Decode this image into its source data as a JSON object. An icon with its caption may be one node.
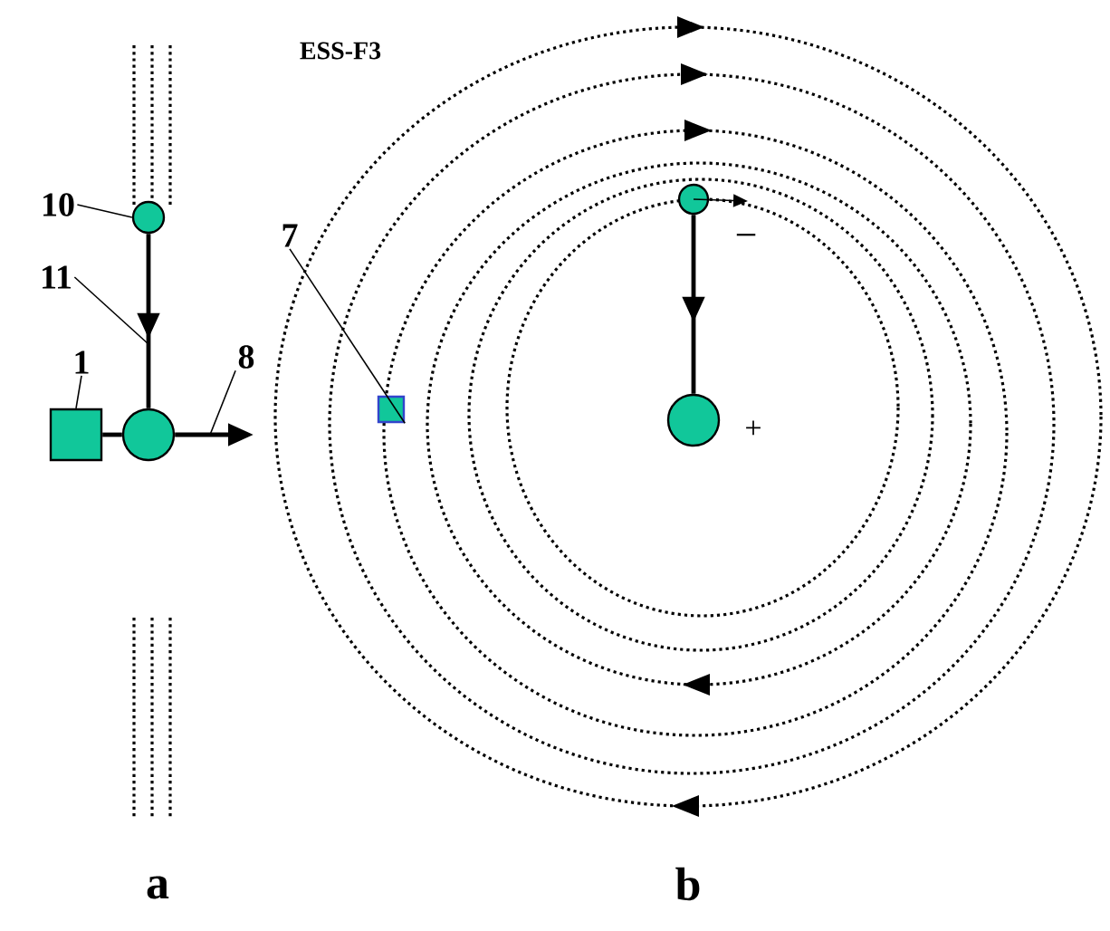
{
  "diagram": {
    "nodes": [
      {
        "text": [],
        "shape": "box"
      },
      {
        "text": [],
        "shape": "circle"
      },
      {
        "text": [],
        "shape": "circle"
      },
      {
        "text": [],
        "shape": "box"
      },
      {
        "text": [],
        "shape": "circle",
        "beside": [
          "−"
        ]
      },
      {
        "text": [],
        "shape": "circle",
        "beside": [
          "+"
        ]
      },
      {
        "text": [
          "10"
        ]
      },
      {
        "text": [
          "11"
        ]
      },
      {
        "text": [
          "1"
        ]
      },
      {
        "text": [
          "8"
        ]
      },
      {
        "text": [
          "7"
        ]
      }
    ],
    "edges": [
      {
        "from": 0,
        "to": 2,
        "arrow": "none",
        "style": "thick"
      },
      {
        "from": 1,
        "to": 2,
        "arrow": "to",
        "style": "thick"
      },
      {
        "from": 2,
        "to": null,
        "arrow": "to",
        "style": "thick"
      },
      {
        "from": 4,
        "to": 5,
        "arrow": "to",
        "style": "thick"
      },
      {
        "from": 4,
        "to": null,
        "arrow": "to"
      },
      {
        "from": 6,
        "to": 1,
        "arrow": "none"
      },
      {
        "from": 7,
        "to": null,
        "arrow": "none"
      },
      {
        "from": 8,
        "to": 0,
        "arrow": "none"
      },
      {
        "from": 9,
        "to": null,
        "arrow": "none"
      },
      {
        "from": 10,
        "to": 3,
        "arrow": "none"
      }
    ],
    "labels": [
      "ESS-F3",
      "a",
      "b"
    ]
  }
}
